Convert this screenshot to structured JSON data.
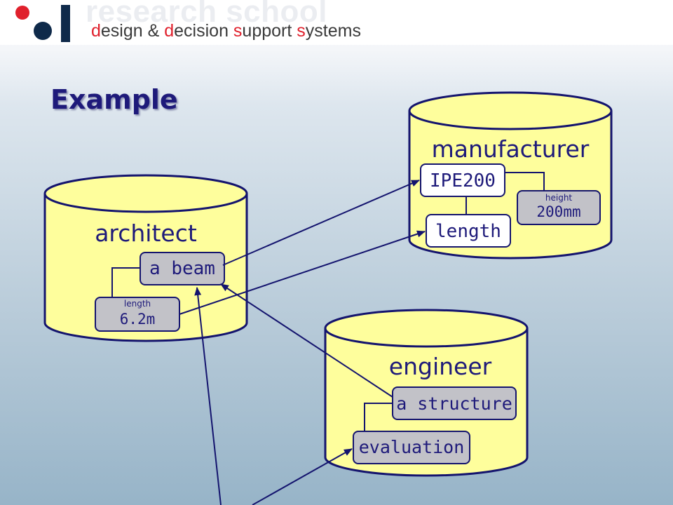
{
  "header": {
    "school": "research school",
    "subtitle_parts": [
      {
        "text": "d",
        "accent": true
      },
      {
        "text": "esign & ",
        "accent": false
      },
      {
        "text": "d",
        "accent": true
      },
      {
        "text": "ecision ",
        "accent": false
      },
      {
        "text": "s",
        "accent": true
      },
      {
        "text": "upport ",
        "accent": false
      },
      {
        "text": "s",
        "accent": true
      },
      {
        "text": "ystems",
        "accent": false
      }
    ]
  },
  "title": "Example",
  "colors": {
    "cylinder_fill": "#fefe9c",
    "outline": "#14146e",
    "gray_box": "#c2c2c8",
    "white_box": "#ffffff",
    "logo_red": "#e0202c",
    "logo_navy": "#0f2a4a"
  },
  "databases": {
    "architect": {
      "label": "architect",
      "a_beam": "a beam",
      "length_caption": "length",
      "length_value": "6.2m"
    },
    "manufacturer": {
      "label": "manufacturer",
      "ipe200": "IPE200",
      "height_caption": "height",
      "height_value": "200mm",
      "length": "length"
    },
    "engineer": {
      "label": "engineer",
      "a_structure": "a structure",
      "evaluation": "evaluation"
    }
  }
}
